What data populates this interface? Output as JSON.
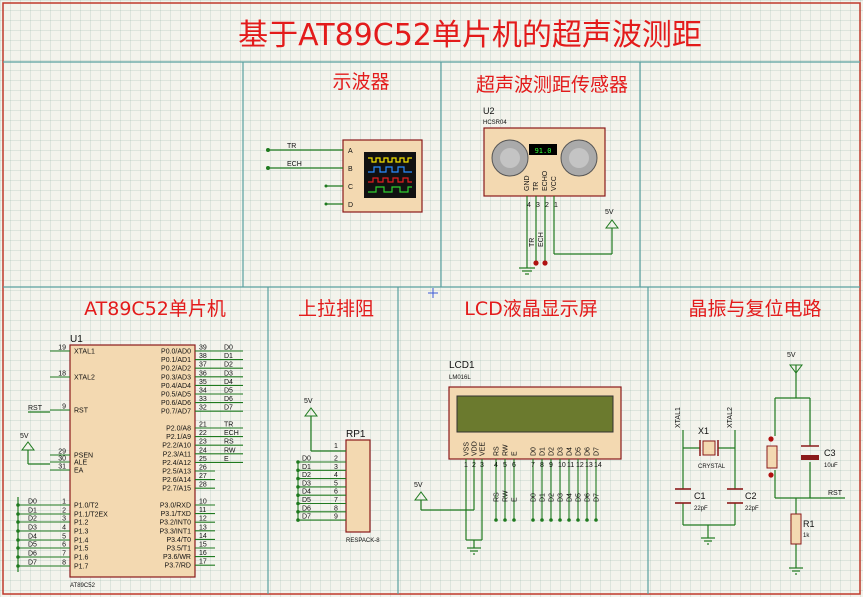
{
  "title": "基于AT89C52单片机的超声波测距",
  "sections": {
    "oscilloscope": "示波器",
    "sensor": "超声波测距传感器",
    "mcu": "AT89C52单片机",
    "pullup": "上拉排阻",
    "lcd": "LCD液晶显示屏",
    "clock": "晶振与复位电路"
  },
  "oscilloscope": {
    "channels": [
      "A",
      "B",
      "C",
      "D"
    ],
    "nets": [
      "TR",
      "ECH"
    ]
  },
  "sensor": {
    "ref": "U2",
    "part": "HCSR04",
    "display": "91.0",
    "pins": [
      "GND",
      "TR",
      "ECHO",
      "VCC"
    ],
    "pin_numbers": [
      "4",
      "3",
      "2",
      "1"
    ],
    "supply": "5V",
    "nets": [
      "TR",
      "ECH"
    ]
  },
  "mcu": {
    "ref": "U1",
    "part": "AT89C52",
    "left_pins": [
      {
        "num": "19",
        "name": "XTAL1"
      },
      {
        "num": "18",
        "name": "XTAL2"
      },
      {
        "num": "9",
        "name": "RST"
      },
      {
        "num": "29",
        "name": "PSEN"
      },
      {
        "num": "30",
        "name": "ALE"
      },
      {
        "num": "31",
        "name": "EA"
      },
      {
        "num": "1",
        "name": "P1.0/T2"
      },
      {
        "num": "2",
        "name": "P1.1/T2EX"
      },
      {
        "num": "3",
        "name": "P1.2"
      },
      {
        "num": "4",
        "name": "P1.3"
      },
      {
        "num": "5",
        "name": "P1.4"
      },
      {
        "num": "6",
        "name": "P1.5"
      },
      {
        "num": "7",
        "name": "P1.6"
      },
      {
        "num": "8",
        "name": "P1.7"
      }
    ],
    "right_pins": [
      {
        "num": "39",
        "name": "P0.0/AD0",
        "net": "D0"
      },
      {
        "num": "38",
        "name": "P0.1/AD1",
        "net": "D1"
      },
      {
        "num": "37",
        "name": "P0.2/AD2",
        "net": "D2"
      },
      {
        "num": "36",
        "name": "P0.3/AD3",
        "net": "D3"
      },
      {
        "num": "35",
        "name": "P0.4/AD4",
        "net": "D4"
      },
      {
        "num": "34",
        "name": "P0.5/AD5",
        "net": "D5"
      },
      {
        "num": "33",
        "name": "P0.6/AD6",
        "net": "D6"
      },
      {
        "num": "32",
        "name": "P0.7/AD7",
        "net": "D7"
      },
      {
        "num": "21",
        "name": "P2.0/A8",
        "net": "TR"
      },
      {
        "num": "22",
        "name": "P2.1/A9",
        "net": "ECH"
      },
      {
        "num": "23",
        "name": "P2.2/A10",
        "net": "RS"
      },
      {
        "num": "24",
        "name": "P2.3/A11",
        "net": "RW"
      },
      {
        "num": "25",
        "name": "P2.4/A12",
        "net": "E"
      },
      {
        "num": "26",
        "name": "P2.5/A13",
        "net": ""
      },
      {
        "num": "27",
        "name": "P2.6/A14",
        "net": ""
      },
      {
        "num": "28",
        "name": "P2.7/A15",
        "net": ""
      },
      {
        "num": "10",
        "name": "P3.0/RXD",
        "net": ""
      },
      {
        "num": "11",
        "name": "P3.1/TXD",
        "net": ""
      },
      {
        "num": "12",
        "name": "P3.2/INT0",
        "net": ""
      },
      {
        "num": "13",
        "name": "P3.3/INT1",
        "net": ""
      },
      {
        "num": "14",
        "name": "P3.4/T0",
        "net": ""
      },
      {
        "num": "15",
        "name": "P3.5/T1",
        "net": ""
      },
      {
        "num": "16",
        "name": "P3.6/WR",
        "net": ""
      },
      {
        "num": "17",
        "name": "P3.7/RD",
        "net": ""
      }
    ],
    "rst_net": "RST",
    "supply": "5V",
    "p1_nets": [
      "D0",
      "D1",
      "D2",
      "D3",
      "D4",
      "D5",
      "D6",
      "D7"
    ]
  },
  "pullup": {
    "ref": "RP1",
    "part": "RESPACK-8",
    "supply": "5V",
    "pin1": "1",
    "pin_numbers": [
      "2",
      "3",
      "4",
      "5",
      "6",
      "7",
      "8",
      "9"
    ],
    "nets": [
      "D0",
      "D1",
      "D2",
      "D3",
      "D4",
      "D5",
      "D6",
      "D7"
    ]
  },
  "lcd": {
    "ref": "LCD1",
    "part": "LM016L",
    "pins": [
      "VSS",
      "VDD",
      "VEE",
      "RS",
      "RW",
      "E",
      "D0",
      "D1",
      "D2",
      "D3",
      "D4",
      "D5",
      "D6",
      "D7"
    ],
    "pin_numbers": [
      "1",
      "2",
      "3",
      "4",
      "5",
      "6",
      "7",
      "8",
      "9",
      "10",
      "11",
      "12",
      "13",
      "14"
    ],
    "nets": [
      "RS",
      "RW",
      "E",
      "D0",
      "D1",
      "D2",
      "D3",
      "D4",
      "D5",
      "D6",
      "D7"
    ],
    "supply": "5V"
  },
  "clock": {
    "crystal_ref": "X1",
    "crystal_part": "CRYSTAL",
    "xtal1": "XTAL1",
    "xtal2": "XTAL2",
    "c1_ref": "C1",
    "c1_val": "22pF",
    "c2_ref": "C2",
    "c2_val": "22pF",
    "c3_ref": "C3",
    "c3_val": "10uF",
    "r1_ref": "R1",
    "r1_val": "1k",
    "rst_net": "RST",
    "supply": "5V"
  },
  "colors": {
    "title": "#e31b1b",
    "border": "#c0392b",
    "wire": "#1f7a1f",
    "component": "#8b1a1a",
    "component_fill": "#f3d9b1",
    "lcd_screen": "#6b7a2e"
  }
}
